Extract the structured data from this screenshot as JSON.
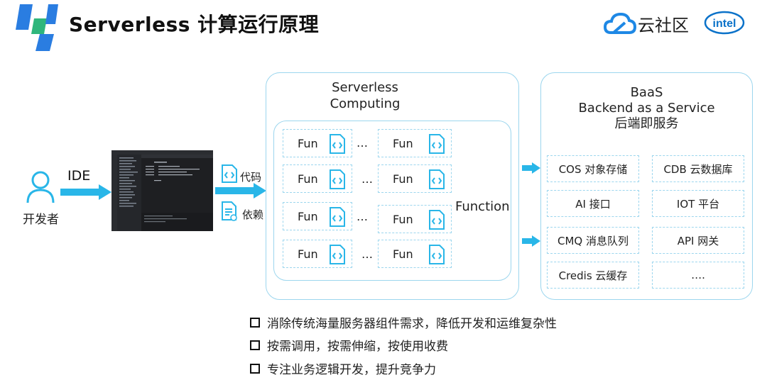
{
  "header": {
    "title": "Serverless 计算运行原理",
    "brand_text": "云社区",
    "partner_logo_text": "intel"
  },
  "developer": {
    "label": "开发者",
    "ide_label": "IDE"
  },
  "upload": {
    "code_label": "代码",
    "deps_label": "依赖"
  },
  "serverless": {
    "title_line1": "Serverless",
    "title_line2": "Computing",
    "function_label": "Function",
    "fun_label": "Fun",
    "ellipsis": "…"
  },
  "baas": {
    "title_line1": "BaaS",
    "title_line2": "Backend as a Service",
    "title_line3": "后端即服务",
    "services": [
      "COS 对象存储",
      "CDB 云数据库",
      "AI 接口",
      "IOT 平台",
      "CMQ 消息队列",
      "API 网关",
      "Credis 云缓存",
      "…."
    ]
  },
  "bullets": [
    "消除传统海量服务器组件需求，降低开发和运维复杂性",
    "按需调用，按需伸缩，按使用收费",
    "专注业务逻辑开发，提升竞争力"
  ],
  "colors": {
    "accent_blue": "#29b6e8",
    "panel_border": "#9cd6ee",
    "logo_blue": "#2a7de1",
    "logo_green": "#2fb67c"
  }
}
